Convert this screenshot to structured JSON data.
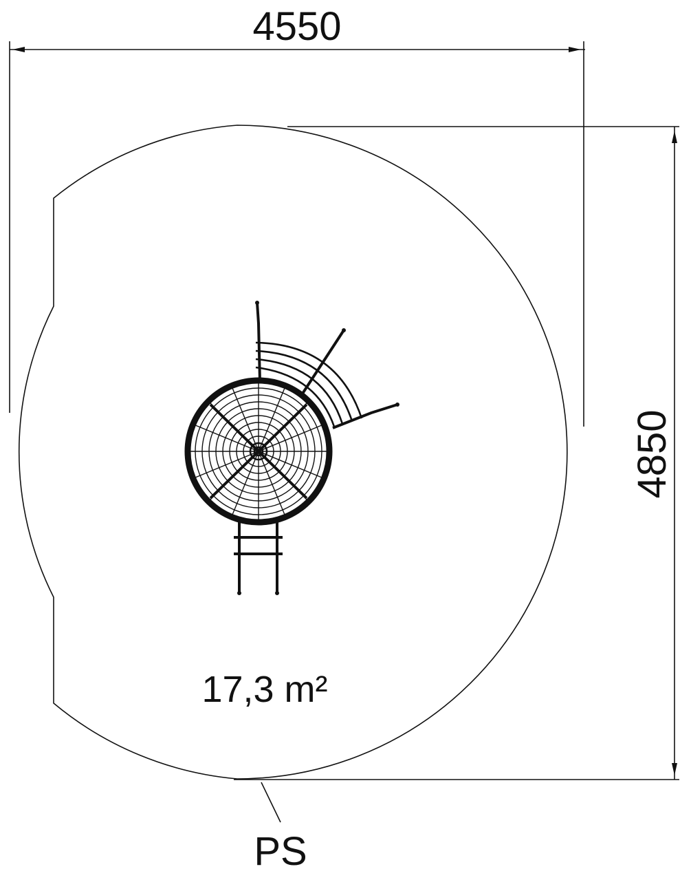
{
  "dimensions": {
    "width_label": "4550",
    "height_label": "4850"
  },
  "area_label": "17,3 m²",
  "surface_label": "PS"
}
